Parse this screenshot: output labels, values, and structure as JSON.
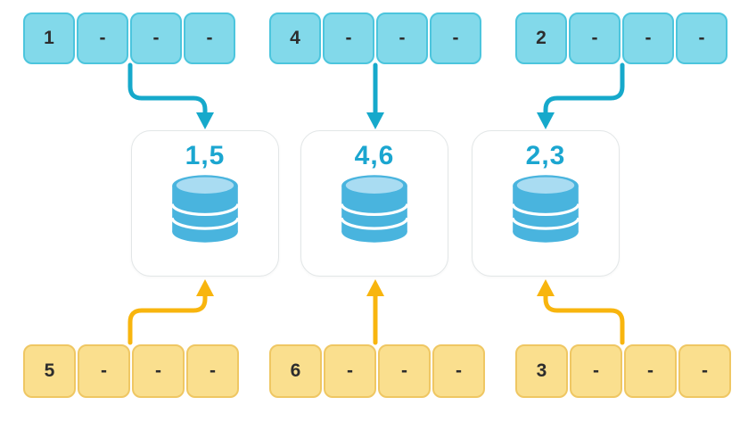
{
  "top_rows": [
    {
      "cells": [
        "1",
        "-",
        "-",
        "-"
      ]
    },
    {
      "cells": [
        "4",
        "-",
        "-",
        "-"
      ]
    },
    {
      "cells": [
        "2",
        "-",
        "-",
        "-"
      ]
    }
  ],
  "stores": [
    {
      "label": "1,5",
      "icon": "database-icon"
    },
    {
      "label": "4,6",
      "icon": "database-icon"
    },
    {
      "label": "2,3",
      "icon": "database-icon"
    }
  ],
  "bottom_rows": [
    {
      "cells": [
        "5",
        "-",
        "-",
        "-"
      ]
    },
    {
      "cells": [
        "6",
        "-",
        "-",
        "-"
      ]
    },
    {
      "cells": [
        "3",
        "-",
        "-",
        "-"
      ]
    }
  ],
  "colors": {
    "cyan_cell_fill": "#82d9ea",
    "cyan_cell_border": "#4cc5dd",
    "yellow_cell_fill": "#fadf8e",
    "yellow_cell_border": "#efc763",
    "cyan_arrow": "#16a9cb",
    "yellow_arrow": "#f8b50e",
    "card_border": "#e2e6e7",
    "card_label_text": "#1ba6d0",
    "cell_text": "#2d2d2d",
    "db_body": "#49b4de",
    "db_top": "#a9dcf2"
  }
}
